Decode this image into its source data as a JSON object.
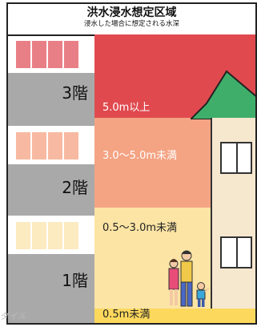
{
  "title": {
    "main": "洪水浸水想定区域",
    "sub": "浸水した場合に想定される水深"
  },
  "floors": [
    {
      "label": "3階"
    },
    {
      "label": "2階"
    },
    {
      "label": "1階"
    }
  ],
  "depth_bands": [
    {
      "label": "5.0m以上",
      "color": "#e04a4f"
    },
    {
      "label": "3.0〜5.0m未満",
      "color": "#f4a383"
    },
    {
      "label": "0.5〜3.0m未満",
      "color": "#fbe4a4"
    },
    {
      "label": "0.5m未満",
      "color": "#fcd85d"
    }
  ],
  "icons": [
    "house-icon",
    "family-icon"
  ],
  "watermark": "ダイル"
}
